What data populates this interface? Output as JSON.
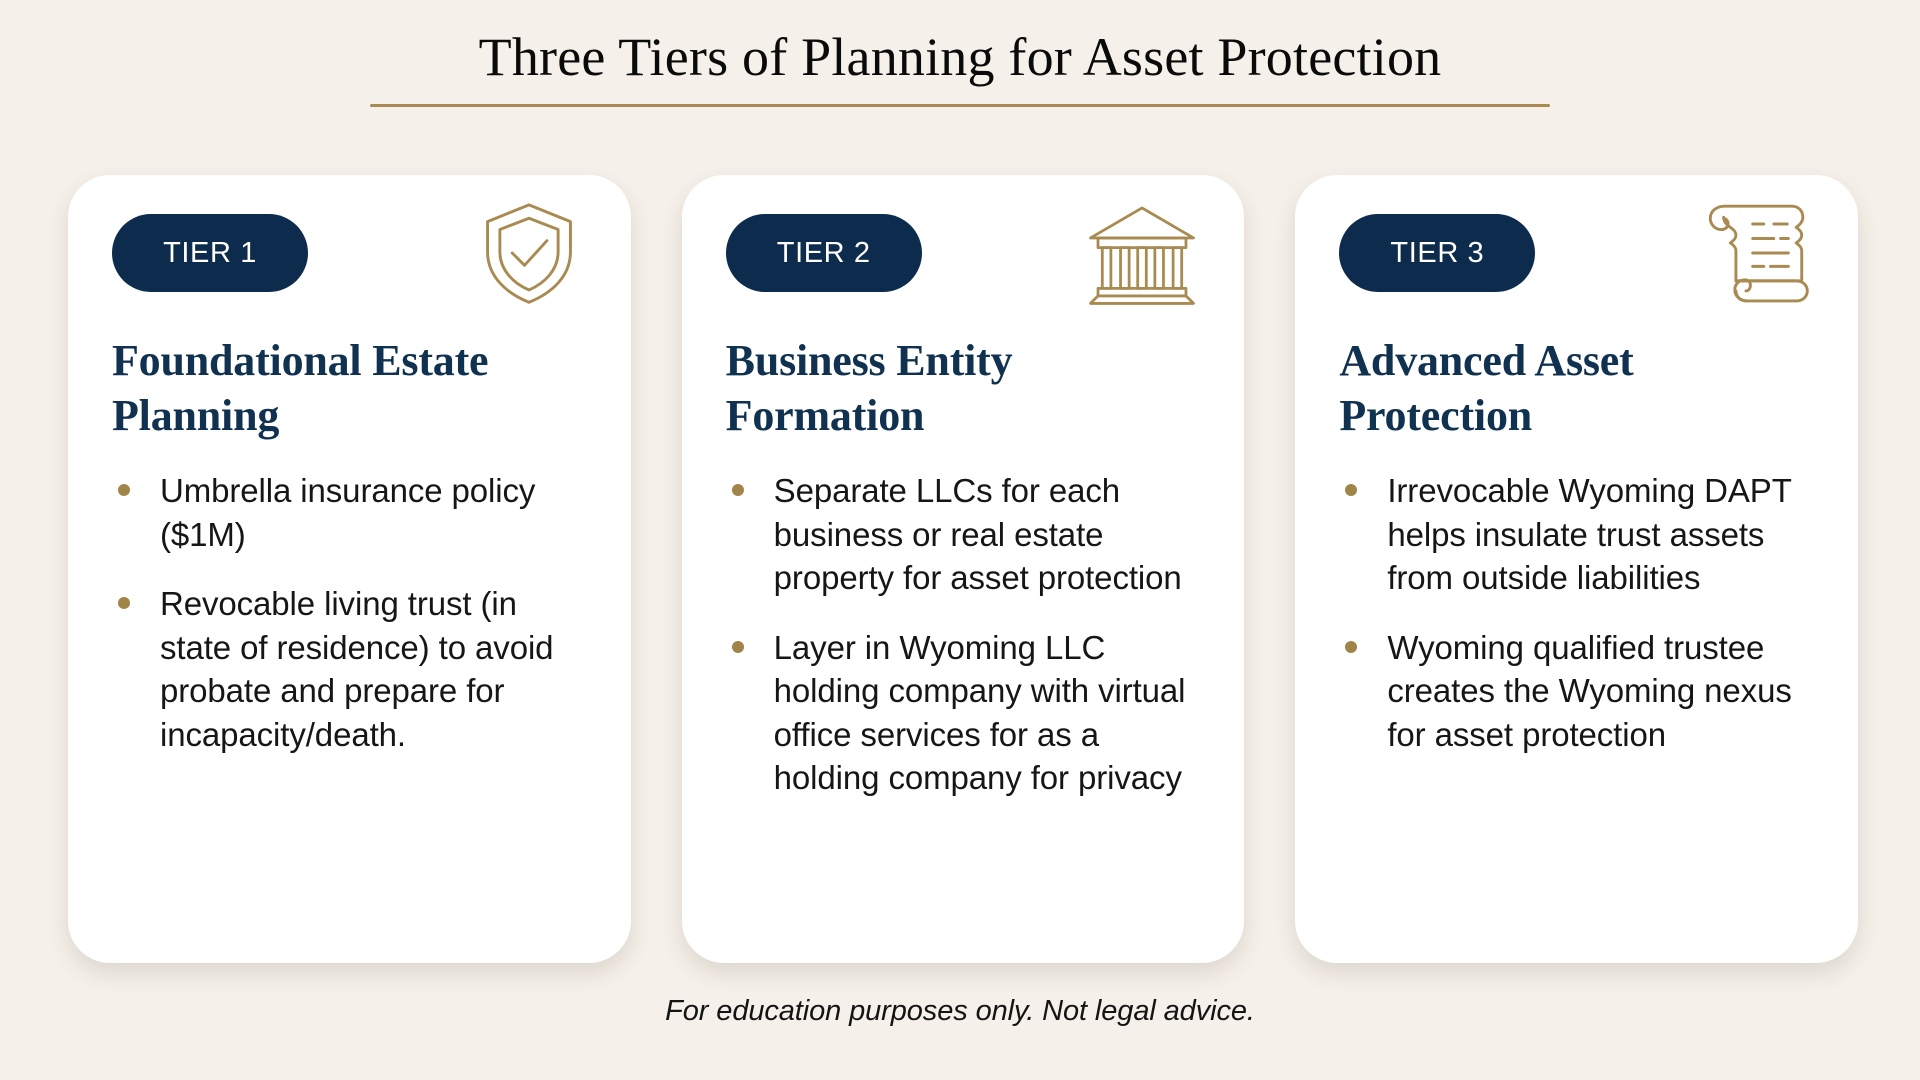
{
  "slide": {
    "title": "Three Tiers of Planning for Asset Protection",
    "footer": "For education purposes only. Not legal advice.",
    "colors": {
      "background": "#F5F0E9",
      "card": "#FFFFFF",
      "navy": "#0D2B4C",
      "heading_navy": "#10314F",
      "gold": "#A98B52",
      "bullet_gold": "#A08448",
      "body_text": "#161616"
    }
  },
  "cards": [
    {
      "badge": "TIER 1",
      "icon": "shield-check-icon",
      "heading": "Foundational Estate Planning",
      "bullets": [
        "Umbrella insurance policy ($1M)",
        "Revocable living trust (in state of residence) to avoid probate and prepare for incapacity/death."
      ]
    },
    {
      "badge": "TIER 2",
      "icon": "bank-building-icon",
      "heading": "Business Entity Formation",
      "bullets": [
        "Separate LLCs for each business or real estate property for asset protection",
        "Layer in Wyoming LLC holding company with virtual office services for as a holding company for privacy"
      ]
    },
    {
      "badge": "TIER 3",
      "icon": "scroll-document-icon",
      "heading": "Advanced Asset Protection",
      "bullets": [
        "Irrevocable Wyoming DAPT helps insulate trust assets from outside liabilities",
        "Wyoming qualified trustee creates the Wyoming nexus for asset protection"
      ]
    }
  ]
}
